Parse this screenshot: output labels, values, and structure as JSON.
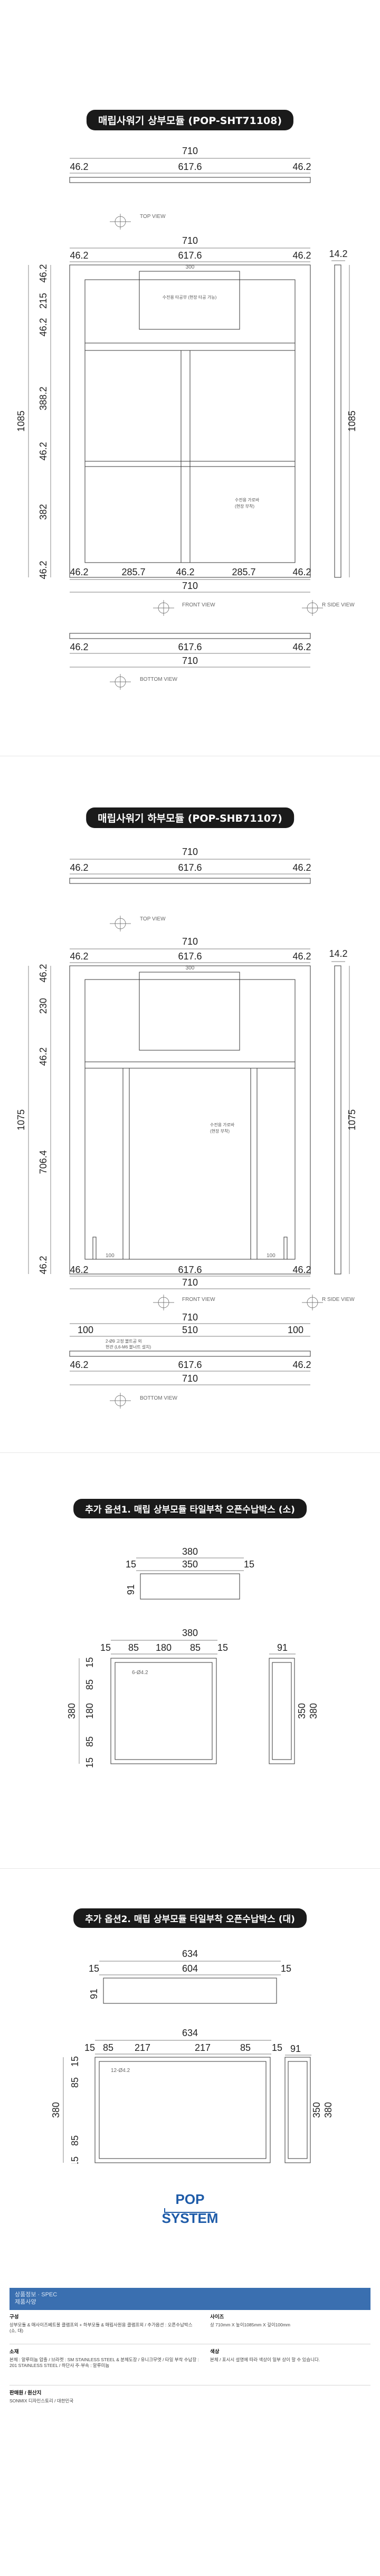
{
  "sections": {
    "upper": {
      "title": "매립사워기 상부모듈 (POP-SHT71108)",
      "top_view_label": "TOP VIEW",
      "front_view_label": "FRONT VIEW",
      "side_view_label": "R SIDE VIEW",
      "bottom_view_label": "BOTTOM VIEW",
      "dims": {
        "w710": "710",
        "w617": "617.6",
        "w46": "46.2",
        "w300": "300",
        "w285": "285.7",
        "h1085": "1085",
        "h14": "14.2",
        "v46": "46.2",
        "v215": "215",
        "v388": "388.2",
        "v382": "382"
      },
      "note_top": "수전용 타공부 (현장 타공 가능)",
      "note_mid_1": "수전용 가로바",
      "note_mid_2": "(현장 부착)"
    },
    "lower": {
      "title": "매립사워기 하부모듈 (POP-SHB71107)",
      "top_view_label": "TOP VIEW",
      "front_view_label": "FRONT VIEW",
      "side_view_label": "R SIDE VIEW",
      "bottom_view_label": "BOTTOM VIEW",
      "dims": {
        "w710": "710",
        "w617": "617.6",
        "w46": "46.2",
        "w300": "300",
        "w100": "100",
        "w510": "510",
        "h1075": "1075",
        "h14": "14.2",
        "v46": "46.2",
        "v230": "230",
        "v706": "706.4"
      },
      "note_mid_1": "수전용 가로바",
      "note_mid_2": "(현장 부착)",
      "note_bottom_1": "2-Ø9 고정 볼트공 외",
      "note_bottom_2": "현관 (L6-M6 볼너트 설치)"
    },
    "option1": {
      "title": "추가 옵션1. 매립 상부모듈 타일부착 오픈수납박스 (소)",
      "dims": {
        "w380": "380",
        "w350": "350",
        "w15": "15",
        "h91": "91",
        "w85": "85",
        "w180": "180",
        "h380": "380",
        "h350": "350",
        "hole": "6-Ø4.2"
      }
    },
    "option2": {
      "title": "추가 옵션2. 매립 상부모듈 타일부착 오픈수납박스 (대)",
      "dims": {
        "w634": "634",
        "w604": "604",
        "w15": "15",
        "h91": "91",
        "w85": "85",
        "w217": "217",
        "h380": "380",
        "h350": "350",
        "hole": "12-Ø4.2"
      }
    }
  },
  "logo": {
    "line1": "POP",
    "line2": "SYSTEM"
  },
  "spec": {
    "tab_line1": "상품정보 · SPEC",
    "tab_line2": "제품사양",
    "cells": [
      {
        "key": "구성",
        "text": "상부모듈 & 매사이즈베트볼 클램프외 + 하부모듈 & 매립사원용 클램프외 / 추가옵션 : 오픈수납박스 (소, 대)"
      },
      {
        "key": "사이즈",
        "text": "상 710mm X 높이1085mm X 깊이100mm"
      },
      {
        "key": "소재",
        "text": "본체 : 알루미늄 압출 / 브라켓 : SM STAINLESS STEEL & 분체도장 / 유니크무엣 / 타일 부착 수납장 : 201 STAINLESS STEEL / 하단사 주·부속 : 알루미늄"
      },
      {
        "key": "색상",
        "text": "본체 / 포시시 설명에 따라 색상이 일부 상이 할 수 있습니다."
      },
      {
        "key": "판매원 / 원산지",
        "text": "SONMIX 디자인스토리 / 대한민국"
      }
    ]
  }
}
